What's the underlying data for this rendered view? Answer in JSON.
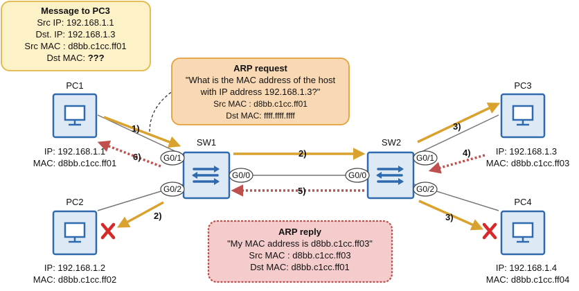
{
  "colors": {
    "device_fill": "#dde9f5",
    "device_stroke": "#2f6aae",
    "request_arrow": "#d9a22e",
    "reply_arrow": "#c0504d",
    "drop_x": "#d62a2a",
    "msg_box_fill": "#fdf1c8",
    "msg_box_stroke": "#e3b445",
    "request_box_fill": "#f9d9b3",
    "request_box_stroke": "#e3a03b",
    "reply_box_fill": "#f5cccc",
    "reply_box_stroke": "#c0504d"
  },
  "message_box": {
    "title": "Message to PC3",
    "src_ip": "Src IP: 192.168.1.1",
    "dst_ip": "Dst. IP: 192.168.1.3",
    "src_mac": "Src MAC : d8bb.c1cc.ff01",
    "dst_mac_label": "Dst MAC: ",
    "dst_mac_value": "???"
  },
  "arp_request": {
    "title": "ARP request",
    "line1": "\"What is the MAC address of the host",
    "line2": "with IP address 192.168.1.3?\"",
    "src_mac": "Src MAC : d8bb.c1cc.ff01",
    "dst_mac": "Dst MAC: ffff.ffff.ffff"
  },
  "arp_reply": {
    "title": "ARP reply",
    "line1": "\"My MAC address is d8bb.c1cc.ff03\"",
    "src_mac": "Src MAC : d8bb.c1cc.ff03",
    "dst_mac": "Dst MAC: d8bb.c1cc.ff01"
  },
  "pcs": {
    "pc1": {
      "name": "PC1",
      "ip": "IP: 192.168.1.1",
      "mac": "MAC: d8bb.c1cc.ff01"
    },
    "pc2": {
      "name": "PC2",
      "ip": "IP: 192.168.1.2",
      "mac": "MAC: d8bb.c1cc.ff02"
    },
    "pc3": {
      "name": "PC3",
      "ip": "IP: 192.168.1.3",
      "mac": "MAC: d8bb.c1cc.ff03"
    },
    "pc4": {
      "name": "PC4",
      "ip": "IP: 192.168.1.4",
      "mac": "MAC: d8bb.c1cc.ff04"
    }
  },
  "switches": {
    "sw1": {
      "name": "SW1",
      "ports": {
        "g01": "G0/1",
        "g02": "G0/2",
        "g00": "G0/0"
      }
    },
    "sw2": {
      "name": "SW2",
      "ports": {
        "g01": "G0/1",
        "g02": "G0/2",
        "g00": "G0/0"
      }
    }
  },
  "steps": {
    "s1": "1)",
    "s2_sw": "2)",
    "s2_pc2": "2)",
    "s3_pc3": "3)",
    "s3_pc4": "3)",
    "s4": "4)",
    "s5": "5)",
    "s6": "6)"
  }
}
